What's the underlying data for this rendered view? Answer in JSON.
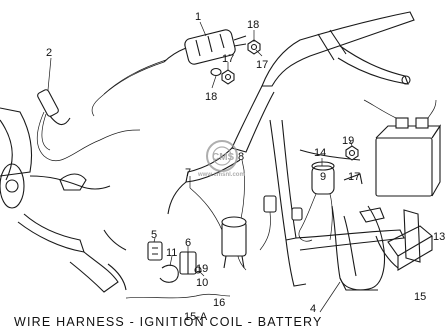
{
  "caption": "WIRE HARNESS - IGNITION COIL - BATTERY",
  "watermark": {
    "text": "CMS",
    "subtext": "www.cmsnl.com"
  },
  "callouts": [
    {
      "id": "c1",
      "text": "1"
    },
    {
      "id": "c2",
      "text": "2"
    },
    {
      "id": "c18a",
      "text": "18"
    },
    {
      "id": "c17a",
      "text": "17"
    },
    {
      "id": "c17b",
      "text": "17"
    },
    {
      "id": "c18b",
      "text": "18"
    },
    {
      "id": "c19a",
      "text": "19"
    },
    {
      "id": "c14",
      "text": "14"
    },
    {
      "id": "c9",
      "text": "9"
    },
    {
      "id": "c17c",
      "text": "17"
    },
    {
      "id": "c8",
      "text": "8"
    },
    {
      "id": "c7",
      "text": "7"
    },
    {
      "id": "c5",
      "text": "5"
    },
    {
      "id": "c11",
      "text": "11"
    },
    {
      "id": "c6",
      "text": "6"
    },
    {
      "id": "c19b",
      "text": "19"
    },
    {
      "id": "c10",
      "text": "10"
    },
    {
      "id": "c16",
      "text": "16"
    },
    {
      "id": "c15a",
      "text": "15-A"
    },
    {
      "id": "c4",
      "text": "4"
    },
    {
      "id": "c13",
      "text": "13"
    },
    {
      "id": "c15b",
      "text": "15"
    }
  ]
}
